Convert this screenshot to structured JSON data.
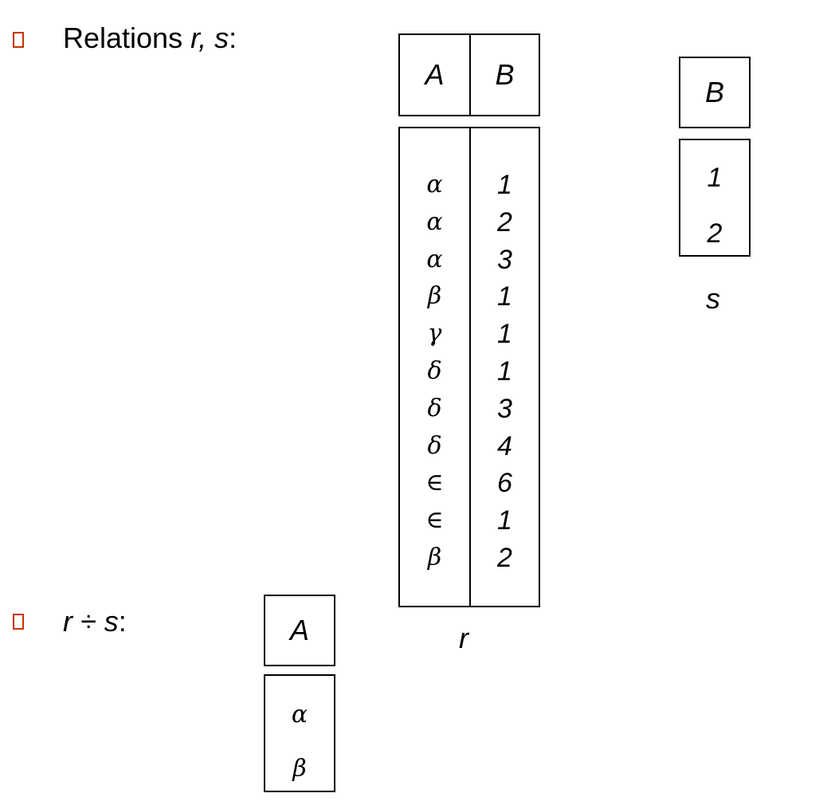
{
  "bullets": [
    {
      "text_plain": "Relations ",
      "text_italic": "r, s",
      "text_suffix": ":"
    },
    {
      "text_italic": "r ÷ s",
      "text_suffix": ":"
    }
  ],
  "relation_r": {
    "name": "r",
    "columns": [
      "A",
      "B"
    ],
    "rows": [
      [
        "α",
        "1"
      ],
      [
        "α",
        "2"
      ],
      [
        "α",
        "3"
      ],
      [
        "β",
        "1"
      ],
      [
        "γ",
        "1"
      ],
      [
        "δ",
        "1"
      ],
      [
        "δ",
        "3"
      ],
      [
        "δ",
        "4"
      ],
      [
        "∈",
        "6"
      ],
      [
        "∈",
        "1"
      ],
      [
        "β",
        "2"
      ]
    ]
  },
  "relation_s": {
    "name": "s",
    "columns": [
      "B"
    ],
    "rows": [
      [
        "1"
      ],
      [
        "2"
      ]
    ]
  },
  "result": {
    "columns": [
      "A"
    ],
    "rows": [
      [
        "α"
      ],
      [
        "β"
      ]
    ]
  },
  "colors": {
    "bullet": "#cc3300"
  }
}
